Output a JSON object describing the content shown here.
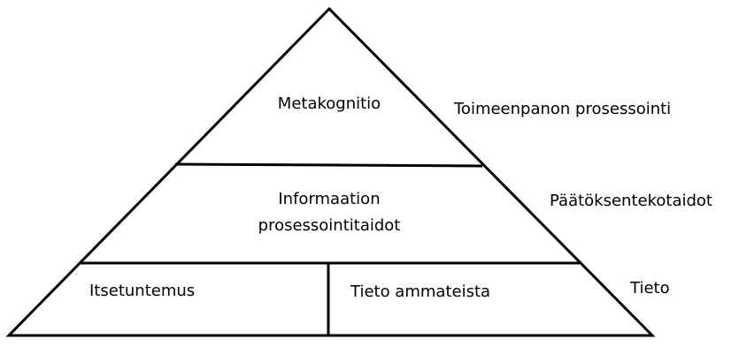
{
  "pyramid": {
    "line_color": "#000000",
    "tiers": {
      "top": {
        "label": "Metakognitio"
      },
      "middle": {
        "line1": "Informaation",
        "line2": "prosessointitaidot"
      },
      "bottom_left": {
        "label": "Itsetuntemus"
      },
      "bottom_right": {
        "label": "Tieto ammateista"
      }
    }
  },
  "side_labels": {
    "top": "Toimeenpanon prosessointi",
    "middle": "Päätöksentekotaidot",
    "bottom": "Tieto"
  }
}
